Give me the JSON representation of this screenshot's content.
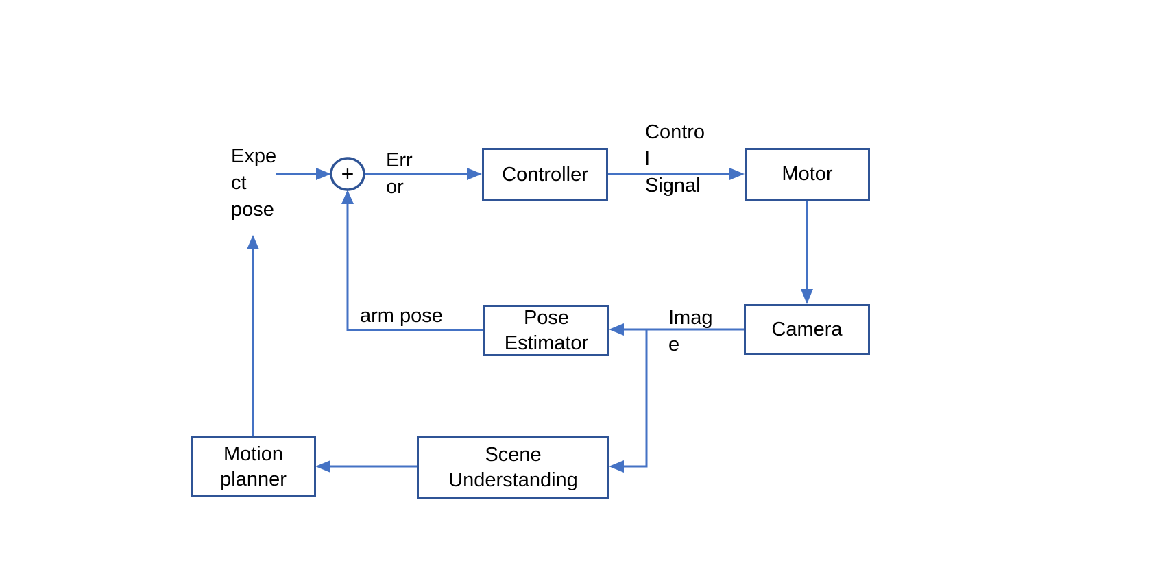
{
  "diagram": {
    "nodes": [
      {
        "id": "controller",
        "label": "Controller"
      },
      {
        "id": "motor",
        "label": "Motor"
      },
      {
        "id": "camera",
        "label": "Camera"
      },
      {
        "id": "pose_estimator",
        "label": "Pose\nEstimator"
      },
      {
        "id": "scene_understanding",
        "label": "Scene\nUnderstanding"
      },
      {
        "id": "motion_planner",
        "label": "Motion\nplanner"
      }
    ],
    "sum_junction": {
      "symbol": "+"
    },
    "edge_labels": {
      "expect_pose": "Expe\nct\npose",
      "error": "Err\nor",
      "control_signal": "Contro\nl\nSignal",
      "image": "Imag\ne",
      "arm_pose": "arm pose"
    },
    "colors": {
      "connector": "#4472C4",
      "box_border": "#2F5496",
      "text": "#000000",
      "background": "#FFFFFF"
    }
  }
}
